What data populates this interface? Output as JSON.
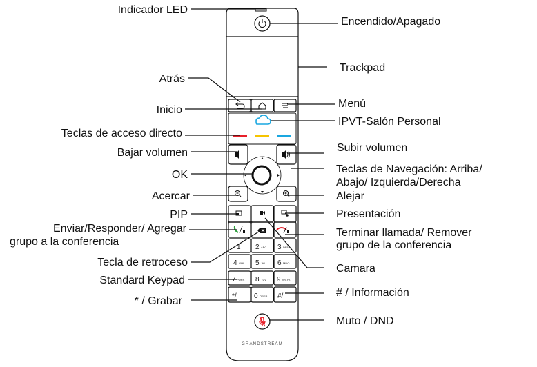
{
  "labels_left": {
    "led": "Indicador LED",
    "back": "Atrás",
    "home": "Inicio",
    "hotkeys": "Teclas de acceso directo",
    "vol_down": "Bajar volumen",
    "ok": "OK",
    "zoom_in": "Acercar",
    "pip": "PIP",
    "send_line1": "Enviar/Responder/ Agregar",
    "send_line2": "grupo a la conferencia",
    "backspace": "Tecla de retroceso",
    "keypad": "Standard Keypad",
    "record": "* / Grabar"
  },
  "labels_right": {
    "power": "Encendido/Apagado",
    "trackpad": "Trackpad",
    "menu": "Menú",
    "ipvt": "IPVT-Salón Personal",
    "vol_up": "Subir volumen",
    "nav_line1": "Teclas de Navegación: Arriba/",
    "nav_line2": "Abajo/ Izquierda/Derecha",
    "zoom_out": "Alejar",
    "presentation": "Presentación",
    "end_line1": "Terminar llamada/ Remover",
    "end_line2": "grupo de la conferencia",
    "camera": "Camara",
    "info": "# / Información",
    "mute": "Muto / DND"
  },
  "keypad": {
    "k1": "1",
    "k2": "2",
    "k2s": "ABC",
    "k3": "3",
    "k3s": "DEF",
    "k4": "4",
    "k4s": "GHI",
    "k5": "5",
    "k5s": "JKL",
    "k6": "6",
    "k6s": "MNO",
    "k7": "7",
    "k7s": "PQRS",
    "k8": "8",
    "k8s": "TUV",
    "k9": "9",
    "k9s": "WXYZ",
    "kstar": "*/",
    "k0": "0",
    "k0s": "OPER",
    "khash": "#/"
  },
  "brand": "GRANDSTREAM",
  "colors": {
    "line": "#111111",
    "red": "#e8202a",
    "yellow": "#f6c400",
    "cyan": "#1aa7e0",
    "green": "#2a9d3a"
  },
  "icons": {
    "power": "power-icon",
    "back": "back-arrow-icon",
    "home": "home-icon",
    "menu": "menu-icon",
    "cloud": "cloud-icon",
    "vol_down": "volume-down-icon",
    "vol_up": "volume-up-icon",
    "zoom_in": "zoom-in-icon",
    "zoom_out": "zoom-out-icon",
    "pip": "pip-icon",
    "presentation": "presentation-icon",
    "camera": "camera-icon",
    "backspace": "backspace-icon",
    "call": "call-icon",
    "hangup": "hangup-icon",
    "mute": "mute-icon"
  }
}
